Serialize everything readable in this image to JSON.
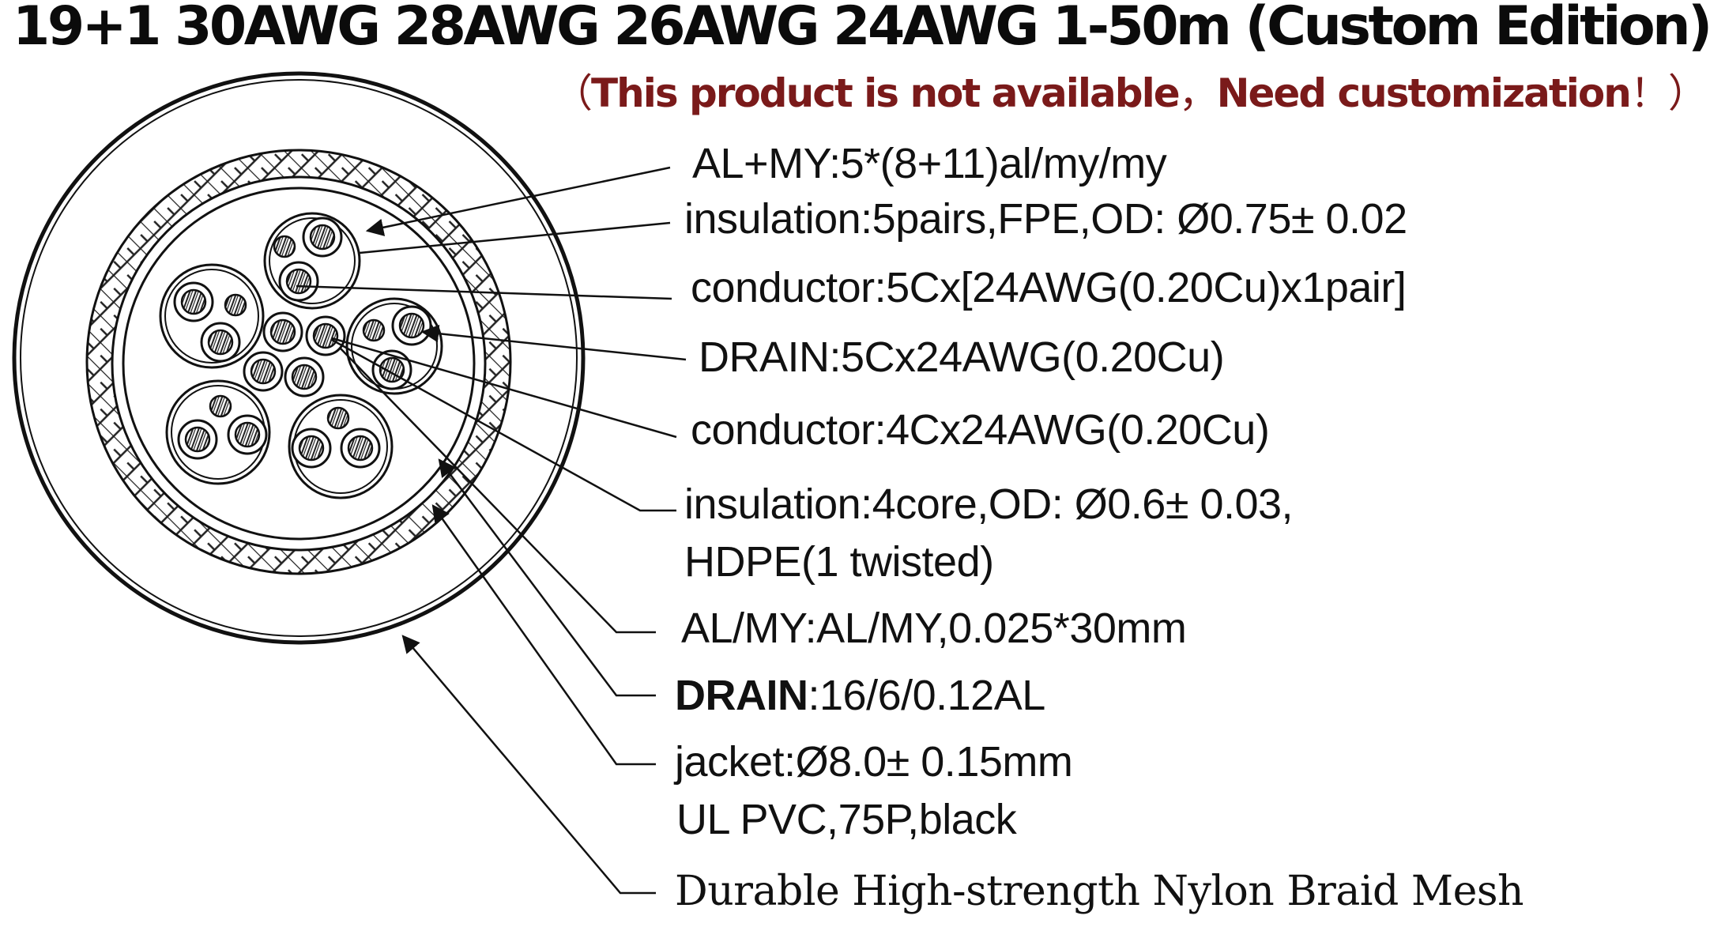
{
  "title": "19+1 30AWG 28AWG 26AWG 24AWG 1-50m (Custom Edition)",
  "notice": {
    "open_paren": "（",
    "part1": "This product is not available",
    "separator": "，",
    "part2": "Need customization",
    "exclaim": "！",
    "close_paren": "）"
  },
  "labels": {
    "al_my_pairs": "AL+MY:5*(8+11)al/my/my",
    "insulation_pairs": "insulation:5pairs,FPE,OD: Ø0.75± 0.02",
    "conductor_pairs": "conductor:5Cx[24AWG(0.20Cu)x1pair]",
    "drain_pairs": "DRAIN:5Cx24AWG(0.20Cu)",
    "conductor_core": "conductor:4Cx24AWG(0.20Cu)",
    "insulation_core_1": "insulation:4core,OD: Ø0.6± 0.03,",
    "insulation_core_2": "HDPE(1 twisted)",
    "al_my_outer": "AL/MY:AL/MY,0.025*30mm",
    "drain_outer_bold": "DRAIN",
    "drain_outer_rest": ":16/6/0.12AL",
    "jacket_1": "jacket:Ø8.0± 0.15mm",
    "jacket_2": "UL PVC,75P,black",
    "braid": "Durable High-strength  Nylon Braid Mesh"
  },
  "colors": {
    "ink": "#111111",
    "notice_red": "#7a1a1a"
  }
}
